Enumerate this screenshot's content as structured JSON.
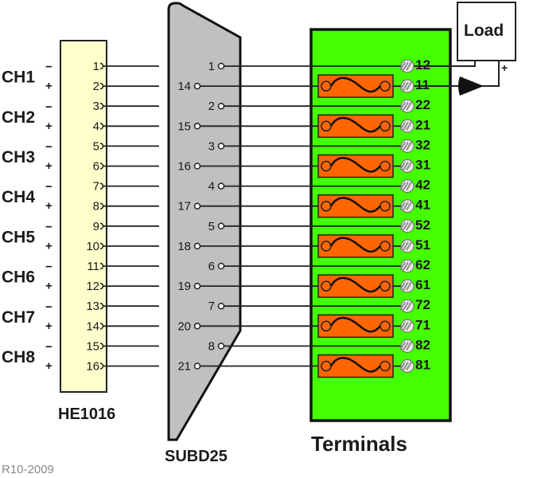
{
  "diagram": {
    "revision": "R10-2009",
    "colors": {
      "he_fill": "#ffffcc",
      "subd_fill": "#c0c0c0",
      "terminal_fill": "#44ff00",
      "relay_fill": "#ff6600",
      "wire": "#1a1a1a"
    },
    "he1016": {
      "label": "HE1016",
      "channels": [
        {
          "name": "CH1",
          "minus": "−",
          "plus": "+"
        },
        {
          "name": "CH2",
          "minus": "−",
          "plus": "+"
        },
        {
          "name": "CH3",
          "minus": "−",
          "plus": "+"
        },
        {
          "name": "CH4",
          "minus": "−",
          "plus": "+"
        },
        {
          "name": "CH5",
          "minus": "−",
          "plus": "+"
        },
        {
          "name": "CH6",
          "minus": "−",
          "plus": "+"
        },
        {
          "name": "CH7",
          "minus": "−",
          "plus": "+"
        },
        {
          "name": "CH8",
          "minus": "−",
          "plus": "+"
        }
      ],
      "pins": [
        "1",
        "2",
        "3",
        "4",
        "5",
        "6",
        "7",
        "8",
        "9",
        "10",
        "11",
        "12",
        "13",
        "14",
        "15",
        "16"
      ]
    },
    "subd25": {
      "label": "SUBD25",
      "pins": [
        "1",
        "14",
        "2",
        "15",
        "3",
        "16",
        "4",
        "17",
        "5",
        "18",
        "6",
        "19",
        "7",
        "20",
        "8",
        "21"
      ]
    },
    "terminals": {
      "label": "Terminals",
      "numbers": [
        "12",
        "11",
        "22",
        "21",
        "32",
        "31",
        "42",
        "41",
        "52",
        "51",
        "62",
        "61",
        "72",
        "71",
        "82",
        "81"
      ],
      "relay_rows": [
        1,
        3,
        5,
        7,
        9,
        11,
        13,
        15
      ]
    },
    "load": {
      "label": "Load",
      "plus": "+"
    }
  }
}
